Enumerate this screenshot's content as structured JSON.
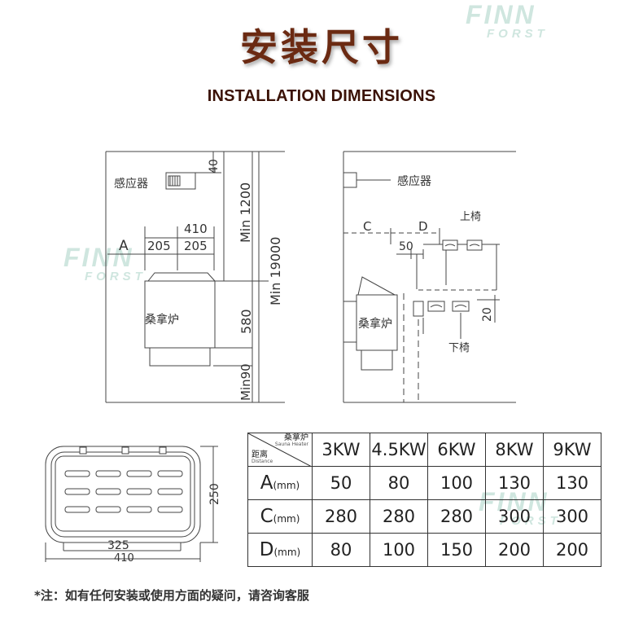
{
  "header": {
    "title_cn": "安装尺寸",
    "title_en": "INSTALLATION DIMENSIONS"
  },
  "watermark": {
    "brand": "FINN",
    "sub": "FORST"
  },
  "front_view": {
    "sensor_label": "感应器",
    "heater_label": "桑拿炉",
    "dim_40": "40",
    "dim_min1200": "Min 1200",
    "dim_min19000": "Min 19000",
    "dim_410": "410",
    "dim_a": "A",
    "dim_205_left": "205",
    "dim_205_right": "205",
    "dim_580": "580",
    "dim_min90": "Min90"
  },
  "side_view": {
    "sensor_label": "感应器",
    "heater_label": "桑拿炉",
    "dim_c": "C",
    "dim_d": "D",
    "dim_50": "50",
    "dim_20": "20",
    "upper_bench": "上椅",
    "lower_bench": "下椅"
  },
  "top_view": {
    "dim_325": "325",
    "dim_410": "410",
    "dim_250": "250"
  },
  "table": {
    "header_top": "桑拿炉",
    "header_top_en": "Sauna Heater",
    "header_bottom": "距离",
    "header_bottom_en": "Distance",
    "columns": [
      "3KW",
      "4.5KW",
      "6KW",
      "8KW",
      "9KW"
    ],
    "rows": [
      {
        "label": "A",
        "unit": "(mm)",
        "values": [
          "50",
          "80",
          "100",
          "130",
          "130"
        ]
      },
      {
        "label": "C",
        "unit": "(mm)",
        "values": [
          "280",
          "280",
          "280",
          "300",
          "300"
        ]
      },
      {
        "label": "D",
        "unit": "(mm)",
        "values": [
          "80",
          "100",
          "150",
          "200",
          "200"
        ]
      }
    ]
  },
  "note": "*注：如有任何安装或使用方面的疑问，请咨询客服"
}
